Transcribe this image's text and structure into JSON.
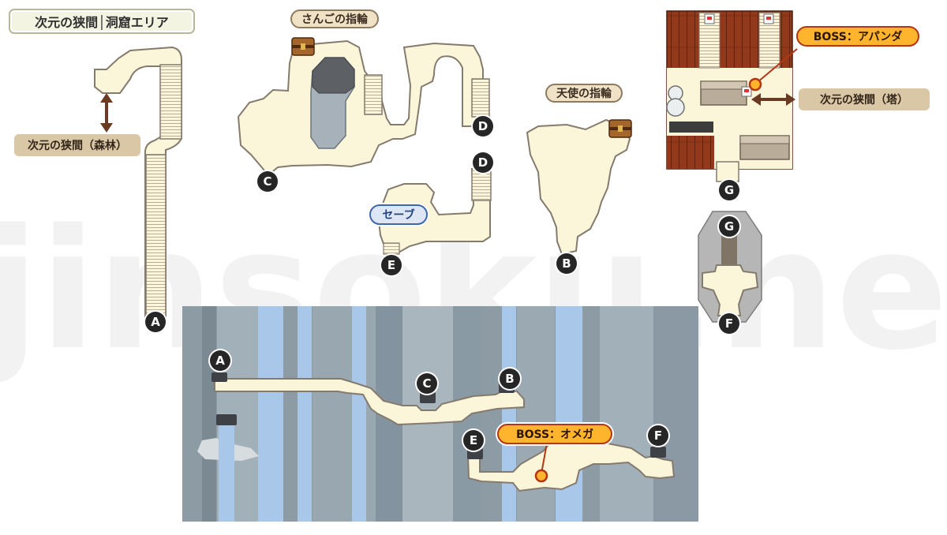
{
  "title": "次元の狭間│洞窟エリア",
  "watermark": "jinsoku.net",
  "labels": {
    "coral_ring": "さんごの指輪",
    "angel_ring": "天使の指輪",
    "forest_exit": "次元の狭間（森林）",
    "tower_exit": "次元の狭間（塔）",
    "save": "セーブ",
    "boss_apanda": "BOSS：アパンダ",
    "boss_omega": "BOSS：オメガ"
  },
  "markers": [
    {
      "id": "A",
      "label": "A"
    },
    {
      "id": "A2",
      "label": "A"
    },
    {
      "id": "B",
      "label": "B"
    },
    {
      "id": "B2",
      "label": "B"
    },
    {
      "id": "C",
      "label": "C"
    },
    {
      "id": "C2",
      "label": "C"
    },
    {
      "id": "D",
      "label": "D"
    },
    {
      "id": "D2",
      "label": "D"
    },
    {
      "id": "E",
      "label": "E"
    },
    {
      "id": "E2",
      "label": "E"
    },
    {
      "id": "F",
      "label": "F"
    },
    {
      "id": "F2",
      "label": "F"
    },
    {
      "id": "G",
      "label": "G"
    },
    {
      "id": "G2",
      "label": "G"
    }
  ],
  "colors": {
    "floor": "#fbf5d9",
    "floor_edge": "#857a6e",
    "rock": "#8a9aa5",
    "water": "#a9c7e8",
    "wood": "#8e3a1c",
    "boss": "#ffb42e",
    "save": "#3f67a8",
    "item_tag": "#efe2c6",
    "marker": "#262626"
  }
}
